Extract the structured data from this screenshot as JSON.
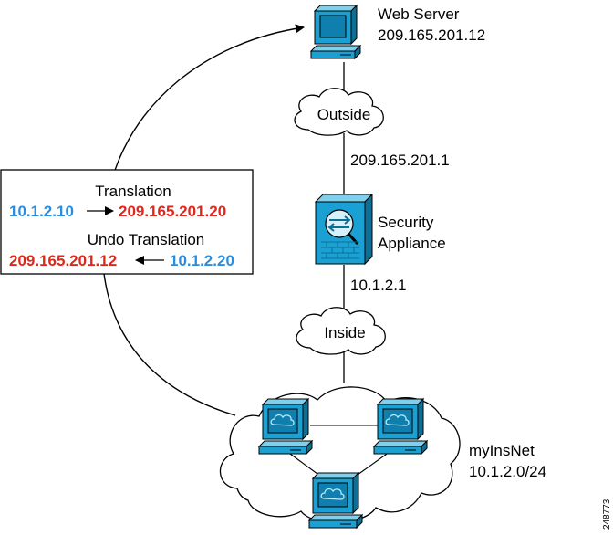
{
  "web_server": {
    "label": "Web Server",
    "ip": "209.165.201.12"
  },
  "outside_cloud": {
    "label": "Outside"
  },
  "outside_interface_ip": "209.165.201.1",
  "security_appliance": {
    "line1": "Security",
    "line2": "Appliance"
  },
  "inside_interface_ip": "10.1.2.1",
  "inside_cloud": {
    "label": "Inside"
  },
  "network": {
    "name": "myInsNet",
    "subnet": "10.1.2.0/24"
  },
  "translation_box": {
    "translation_title": "Translation",
    "translation_from": "10.1.2.10",
    "translation_to": "209.165.201.20",
    "undo_title": "Undo Translation",
    "undo_from": "209.165.201.12",
    "undo_to": "10.1.2.20"
  },
  "figure_id": "248773",
  "colors": {
    "blue_ip": "#2a8ee0",
    "red_ip": "#e0271b",
    "device": "#1aa0d2",
    "device_dark": "#0b6f96"
  }
}
